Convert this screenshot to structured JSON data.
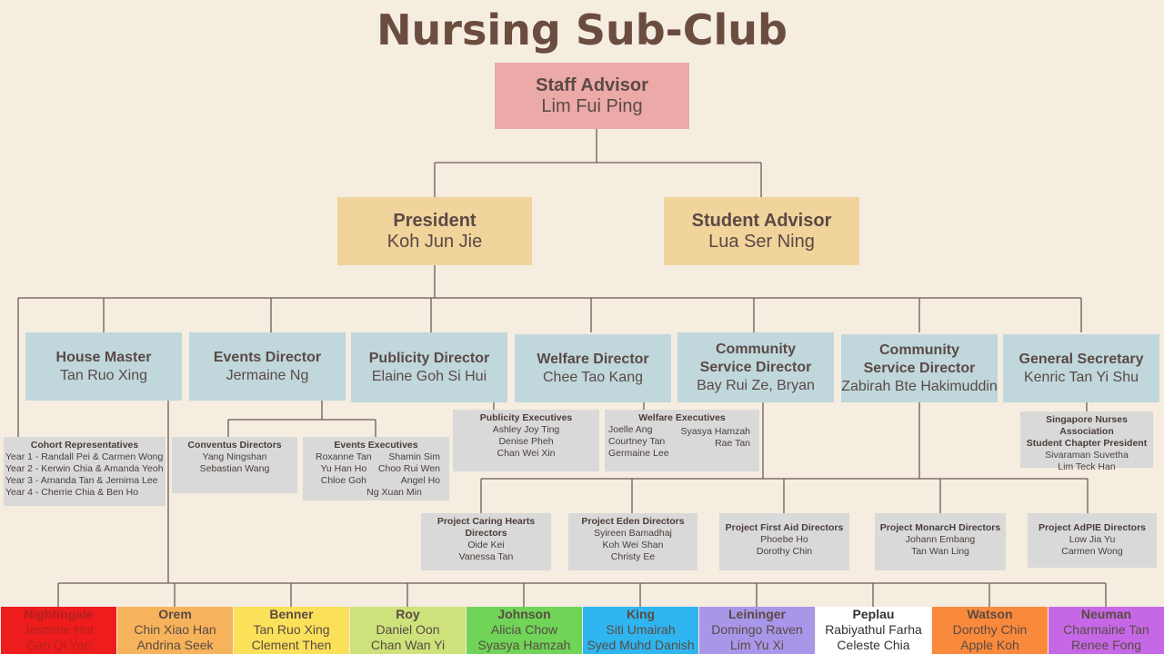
{
  "title": "Nursing Sub-Club",
  "staff_advisor": {
    "role": "Staff Advisor",
    "name": "Lim Fui Ping"
  },
  "president": {
    "role": "President",
    "name": "Koh Jun Jie"
  },
  "student_advisor": {
    "role": "Student Advisor",
    "name": "Lua Ser Ning"
  },
  "directors": [
    {
      "role": "House Master",
      "name": "Tan Ruo Xing"
    },
    {
      "role": "Events Director",
      "name": "Jermaine Ng"
    },
    {
      "role": "Publicity Director",
      "name": "Elaine Goh Si Hui"
    },
    {
      "role": "Welfare Director",
      "name": "Chee Tao Kang"
    },
    {
      "role": "Community Service Director",
      "name": "Bay Rui Ze, Bryan"
    },
    {
      "role": "Community Service Director",
      "name": "Zabirah Bte Hakimuddin"
    },
    {
      "role": "General Secretary",
      "name": "Kenric Tan Yi Shu"
    }
  ],
  "cohort": {
    "heading": "Cohort Representatives",
    "lines": [
      "Year 1 - Randall Pei & Carmen Wong",
      "Year 2 - Kerwin Chia & Amanda Yeoh",
      "Year 3 - Amanda Tan & Jemima Lee",
      "Year 4 - Cherrie Chia & Ben Ho"
    ]
  },
  "conventus": {
    "heading": "Conventus Directors",
    "lines": [
      "Yang Ningshan",
      "Sebastian Wang"
    ]
  },
  "events_exec": {
    "heading": "Events Executives",
    "left": [
      "Roxanne Tan",
      "Yu Han Ho",
      "Chloe Goh"
    ],
    "right": [
      "Shamin Sim",
      "Choo Rui Wen",
      "Angel Ho"
    ],
    "last": "Ng Xuan Min"
  },
  "publicity_exec": {
    "heading": "Publicity Executives",
    "lines": [
      "Ashley Joy Ting",
      "Denise Pheh",
      "Chan Wei Xin"
    ]
  },
  "welfare_exec": {
    "heading": "Welfare Executives",
    "left": [
      "Joelle Ang",
      "Courtney Tan",
      "Germaine Lee"
    ],
    "right": [
      "Syasya Hamzah",
      "Rae Tan"
    ]
  },
  "sna": {
    "heading1": "Singapore Nurses Association",
    "heading2": "Student Chapter President",
    "lines": [
      "Sivaraman Suvetha",
      "Lim Teck Han"
    ]
  },
  "projects": [
    {
      "heading": "Project Caring Hearts Directors",
      "lines": [
        "Oide Kei",
        "Vanessa Tan"
      ]
    },
    {
      "heading": "Project Eden Directors",
      "lines": [
        "Syireen Bamadhaj",
        "Koh Wei Shan",
        "Christy Ee"
      ]
    },
    {
      "heading": "Project First Aid Directors",
      "lines": [
        "Phoebe Ho",
        "Dorothy Chin"
      ]
    },
    {
      "heading": "Project MonarcH Directors",
      "lines": [
        "Johann Embang",
        "Tan Wan Ling"
      ]
    },
    {
      "heading": "Project AdPIE Directors",
      "lines": [
        "Low Jia Yu",
        "Carmen Wong"
      ]
    }
  ],
  "houses": [
    {
      "name": "Nightingale",
      "m1": "Jasmine Hor",
      "m2": "Gan Qi Yan",
      "bg": "#ee1c1c",
      "fg": "#b32020"
    },
    {
      "name": "Orem",
      "m1": "Chin Xiao Han",
      "m2": "Andrina Seek",
      "bg": "#f7b35b",
      "fg": "#5a4a45"
    },
    {
      "name": "Benner",
      "m1": "Tan Ruo Xing",
      "m2": "Clement Then",
      "bg": "#fbe05a",
      "fg": "#5a4a45"
    },
    {
      "name": "Roy",
      "m1": "Daniel Oon",
      "m2": "Chan Wan Yi",
      "bg": "#cde27a",
      "fg": "#5a4a45"
    },
    {
      "name": "Johnson",
      "m1": "Alicia Chow",
      "m2": "Syasya Hamzah",
      "bg": "#6fd457",
      "fg": "#5a4a45"
    },
    {
      "name": "King",
      "m1": "Siti Umairah",
      "m2": "Syed Muhd Danish",
      "bg": "#2fb6f0",
      "fg": "#5a4a45"
    },
    {
      "name": "Leininger",
      "m1": "Domingo Raven",
      "m2": "Lim Yu Xi",
      "bg": "#a896e8",
      "fg": "#5a4a45"
    },
    {
      "name": "Peplau",
      "m1": "Rabiyathul Farha",
      "m2": "Celeste Chia",
      "bg": "#ffffff",
      "fg": "#333333"
    },
    {
      "name": "Watson",
      "m1": "Dorothy Chin",
      "m2": "Apple Koh",
      "bg": "#f98a3c",
      "fg": "#5a4a45"
    },
    {
      "name": "Neuman",
      "m1": "Charmaine Tan",
      "m2": "Renee Fong",
      "bg": "#c668e6",
      "fg": "#5a4a45"
    }
  ]
}
